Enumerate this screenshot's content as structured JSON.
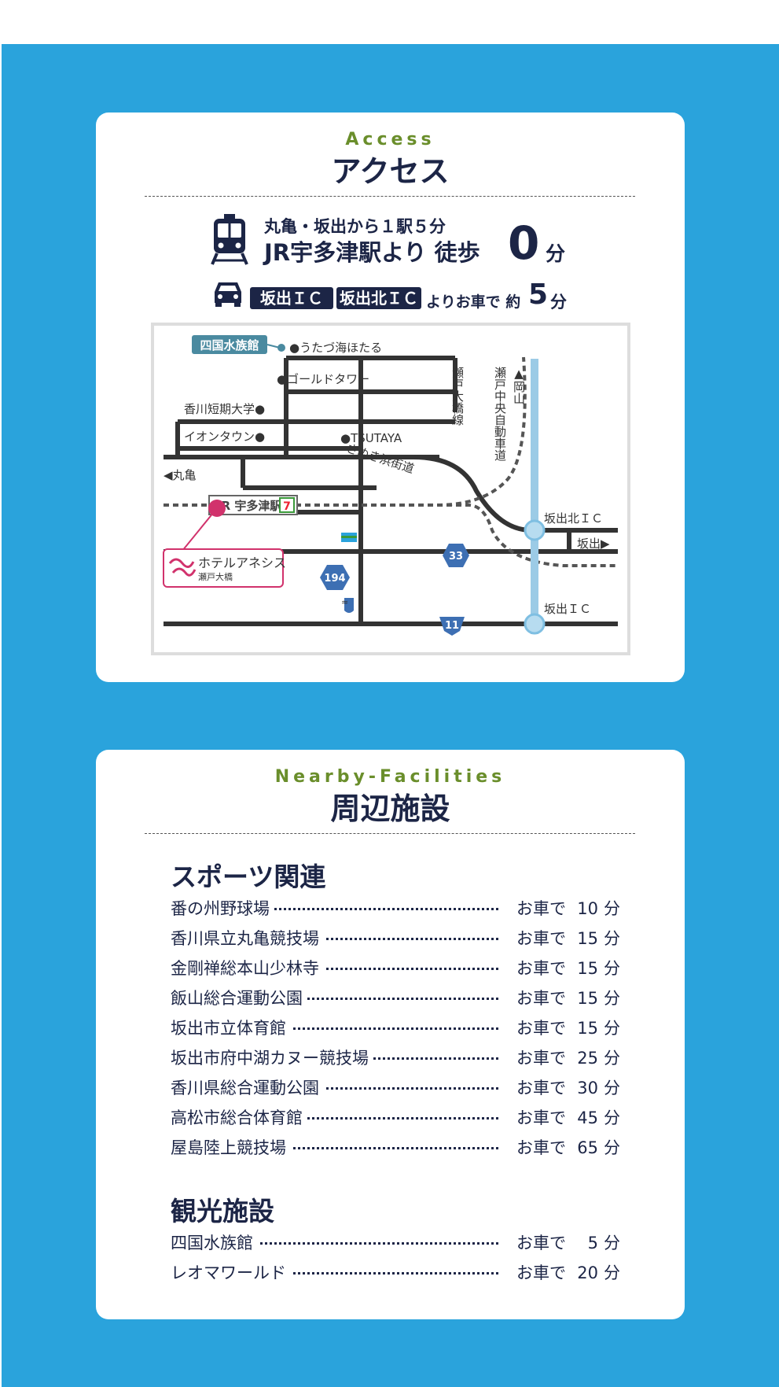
{
  "access": {
    "en_title": "Access",
    "ja_title": "アクセス",
    "train_line1": "丸亀・坂出から１駅５分",
    "train_line2": "JR宇多津駅より 徒歩",
    "train_num": "0",
    "train_unit": "分",
    "car_badge1": "坂出ＩＣ",
    "car_badge2": "坂出北ＩＣ",
    "car_text": "よりお車で 約",
    "car_num": "5",
    "car_unit": "分"
  },
  "map": {
    "aquarium": "四国水族館",
    "hotaru": "●うたづ海ほたる",
    "gold_tower": "●ゴールドタワー",
    "college": "香川短期大学●",
    "aeon": "イオンタウン●",
    "tsutaya": "●TSUTAYA",
    "sanuki": "さぬき浜街道",
    "marugame": "◀丸亀",
    "station": "JR 宇多津駅",
    "seven": "7",
    "bridge_line": "瀬戸大橋線",
    "expressway": "瀬戸中央自動車道",
    "okayama": "▲岡山",
    "ic_north": "坂出北ＩＣ",
    "sakaide": "坂出▶",
    "ic": "坂出ＩＣ",
    "route33": "33",
    "route194": "194",
    "route11": "11",
    "hotel_name": "ホテルアネシス",
    "hotel_sub": "瀬戸大橋"
  },
  "nearby": {
    "en_title": "Nearby-Facilities",
    "ja_title": "周辺施設",
    "sections": [
      {
        "title": "スポーツ関連",
        "items": [
          {
            "name": "番の州野球場",
            "unit": "お車で",
            "value": "10",
            "min": "分"
          },
          {
            "name": "香川県立丸亀競技場",
            "unit": "お車で",
            "value": "15",
            "min": "分"
          },
          {
            "name": "金剛禅総本山少林寺",
            "unit": "お車で",
            "value": "15",
            "min": "分"
          },
          {
            "name": "飯山総合運動公園",
            "unit": "お車で",
            "value": "15",
            "min": "分"
          },
          {
            "name": "坂出市立体育館",
            "unit": "お車で",
            "value": "15",
            "min": "分"
          },
          {
            "name": "坂出市府中湖カヌー競技場",
            "unit": "お車で",
            "value": "25",
            "min": "分"
          },
          {
            "name": "香川県総合運動公園",
            "unit": "お車で",
            "value": "30",
            "min": "分"
          },
          {
            "name": "高松市総合体育館",
            "unit": "お車で",
            "value": "45",
            "min": "分"
          },
          {
            "name": "屋島陸上競技場",
            "unit": "お車で",
            "value": "65",
            "min": "分"
          }
        ]
      },
      {
        "title": "観光施設",
        "items": [
          {
            "name": "四国水族館",
            "unit": "お車で",
            "value": "5",
            "min": "分"
          },
          {
            "name": "レオマワールド",
            "unit": "お車で",
            "value": "20",
            "min": "分"
          }
        ]
      }
    ]
  }
}
